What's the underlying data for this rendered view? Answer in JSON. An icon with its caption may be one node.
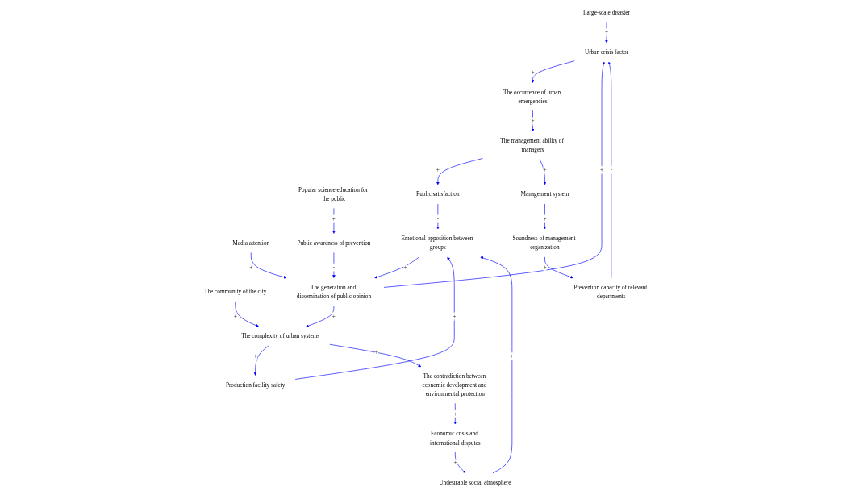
{
  "diagram": {
    "nodes": [
      {
        "text": [
          "Large-scale disaster"
        ]
      },
      {
        "text": [
          "Popular science education for the public"
        ]
      },
      {
        "text": [
          "Media attention"
        ]
      },
      {
        "text": [
          "Urban crisis factor"
        ]
      },
      {
        "text": [
          "Public awareness of prevention"
        ]
      },
      {
        "text": [
          "The community of the city"
        ]
      },
      {
        "text": [
          "Prevention capacity of relevant departments"
        ]
      },
      {
        "text": [
          "The generation and dissemination of public opinion"
        ]
      },
      {
        "text": [
          "The complexity of urban systems"
        ]
      },
      {
        "text": [
          "Soundness of management organization"
        ]
      },
      {
        "text": [
          "Production facility safety"
        ]
      },
      {
        "text": [
          "The occurrence of urban emergencies"
        ]
      },
      {
        "text": [
          "The contradiction between economic development and environmental protection"
        ]
      },
      {
        "text": [
          "Emotional opposition between groups"
        ]
      },
      {
        "text": [
          "Management system"
        ]
      },
      {
        "text": [
          "Economic crisis and international disputes"
        ]
      },
      {
        "text": [
          "Public satisfaction"
        ]
      },
      {
        "text": [
          "Undesirable social atmosphere"
        ]
      },
      {
        "text": [
          "The management ability of managers"
        ]
      }
    ],
    "edges": [
      {
        "from": 0,
        "to": 3,
        "arrow": "to",
        "label": "+"
      },
      {
        "from": 1,
        "to": 4,
        "arrow": "to",
        "label": "+"
      },
      {
        "from": 2,
        "to": 7,
        "arrow": "to",
        "label": "+"
      },
      {
        "from": 4,
        "to": 7,
        "arrow": "to",
        "label": "-"
      },
      {
        "from": 7,
        "to": 3,
        "arrow": "to",
        "label": "+"
      },
      {
        "from": 6,
        "to": 3,
        "arrow": "to",
        "label": "-"
      },
      {
        "from": 7,
        "to": 8,
        "arrow": "to",
        "label": "+"
      },
      {
        "from": 5,
        "to": 8,
        "arrow": "to",
        "label": "+"
      },
      {
        "from": 8,
        "to": 10,
        "arrow": "to",
        "label": "+"
      },
      {
        "from": 8,
        "to": 12,
        "arrow": "to",
        "label": "+"
      },
      {
        "from": 12,
        "to": 15,
        "arrow": "to",
        "label": "+"
      },
      {
        "from": 15,
        "to": 17,
        "arrow": "to",
        "label": "+"
      },
      {
        "from": 10,
        "to": 13,
        "arrow": "to",
        "label": "+"
      },
      {
        "from": 13,
        "to": 7,
        "arrow": "to",
        "label": "+"
      },
      {
        "from": 16,
        "to": 13,
        "arrow": "to",
        "label": "-"
      },
      {
        "from": 17,
        "to": 13,
        "arrow": "to",
        "label": "+"
      },
      {
        "from": 3,
        "to": 11,
        "arrow": "to",
        "label": "+"
      },
      {
        "from": 11,
        "to": 18,
        "arrow": "to",
        "label": "+"
      },
      {
        "from": 18,
        "to": 16,
        "arrow": "to",
        "label": "+"
      },
      {
        "from": 18,
        "to": 14,
        "arrow": "to",
        "label": "+"
      },
      {
        "from": 14,
        "to": 9,
        "arrow": "to",
        "label": "+"
      },
      {
        "from": 9,
        "to": 6,
        "arrow": "to",
        "label": "+"
      }
    ]
  }
}
